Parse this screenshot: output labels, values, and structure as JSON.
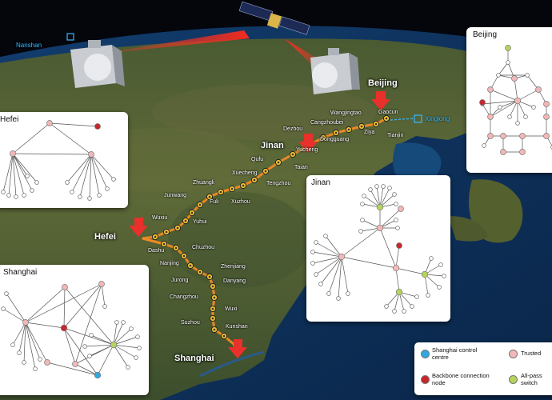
{
  "places": {
    "nanshan": "Nanshan",
    "xinglong": "Xinglong",
    "beijing": "Beijing",
    "jinan": "Jinan",
    "hefei": "Hefei",
    "shanghai": "Shanghai"
  },
  "cities": {
    "gaocun": "Gaocun",
    "wangjingtao": "Wangjingtao",
    "cangzhoubei": "Cangzhoubei",
    "dezhou": "Dezhou",
    "dongguang": "Dongguang",
    "ziya": "Ziya",
    "tianjin": "Tianjin",
    "yucheng": "Yucheng",
    "taian": "Taian",
    "qufu": "Qufu",
    "xuecheng": "Xuecheng",
    "tengzhou": "Tengzhou",
    "zhuangli": "Zhuangli",
    "junwang": "Junwang",
    "fuli": "Fuli",
    "xuzhou": "Xuzhou",
    "wuxiu": "Wuxiu",
    "yuhui": "Yuhui",
    "dashu": "Dashu",
    "chuzhou": "Chuzhou",
    "nanjing": "Nanjing",
    "zhenjiang": "Zhenjiang",
    "jurong": "Jurong",
    "danyang": "Danyang",
    "changzhou": "Changzhou",
    "wuxi": "Wuxi",
    "suzhou": "Suzhou",
    "kunshan": "Kunshan"
  },
  "panels": {
    "hefei": "Hefei",
    "shanghai": "Shanghai",
    "jinan": "Jinan",
    "beijing": "Beijing"
  },
  "legend": {
    "control": "Shanghai control centre",
    "backbone": "Backbone connection node",
    "trusted": "Trusted",
    "allpass": "All-pass switch"
  },
  "colors": {
    "trusted_node": "#f2b8b8",
    "backbone_node": "#c9252c",
    "control_node": "#2fa8e0",
    "switch_node": "#b5d45c",
    "backbone_line": "#f08a24",
    "relay_node": "#f2c12e",
    "marker": "#e8312a",
    "ground_station": "#38b8ff"
  },
  "icons": [
    "satellite-icon",
    "ground-station-icon",
    "location-arrow-icon"
  ]
}
